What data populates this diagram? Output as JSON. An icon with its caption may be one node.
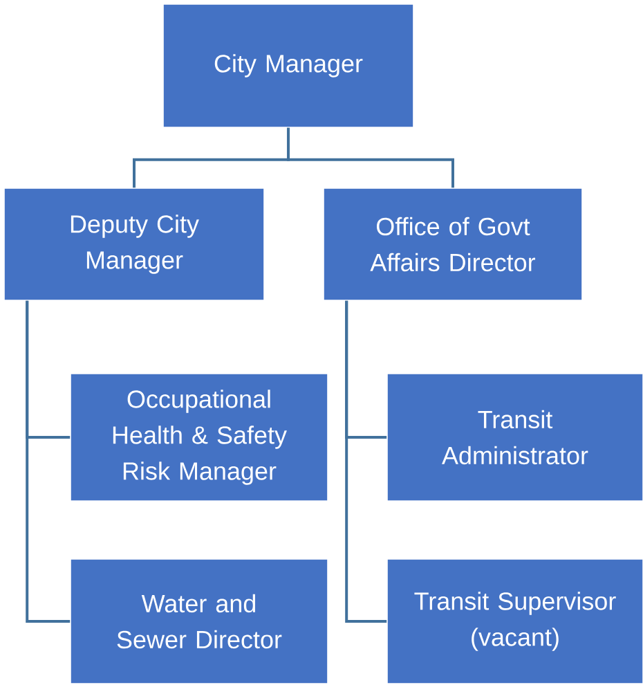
{
  "diagram": {
    "nodes": [
      {
        "text": [
          "City Manager"
        ]
      },
      {
        "text": [
          "Deputy City Manager"
        ]
      },
      {
        "text": [
          "Office of Govt Affairs Director"
        ]
      },
      {
        "text": [
          "Occupational Health & Safety Risk Manager"
        ]
      },
      {
        "text": [
          "Transit Administrator"
        ]
      },
      {
        "text": [
          "Water and Sewer Director"
        ]
      },
      {
        "text": [
          "Transit Supervisor (vacant)"
        ]
      }
    ],
    "edges": [
      {
        "from": 0,
        "to": 1,
        "arrow": "none"
      },
      {
        "from": 0,
        "to": 2,
        "arrow": "none"
      },
      {
        "from": 1,
        "to": 3,
        "arrow": "none"
      },
      {
        "from": 1,
        "to": 5,
        "arrow": "none"
      },
      {
        "from": 2,
        "to": 4,
        "arrow": "none"
      },
      {
        "from": 2,
        "to": 6,
        "arrow": "none"
      }
    ]
  }
}
